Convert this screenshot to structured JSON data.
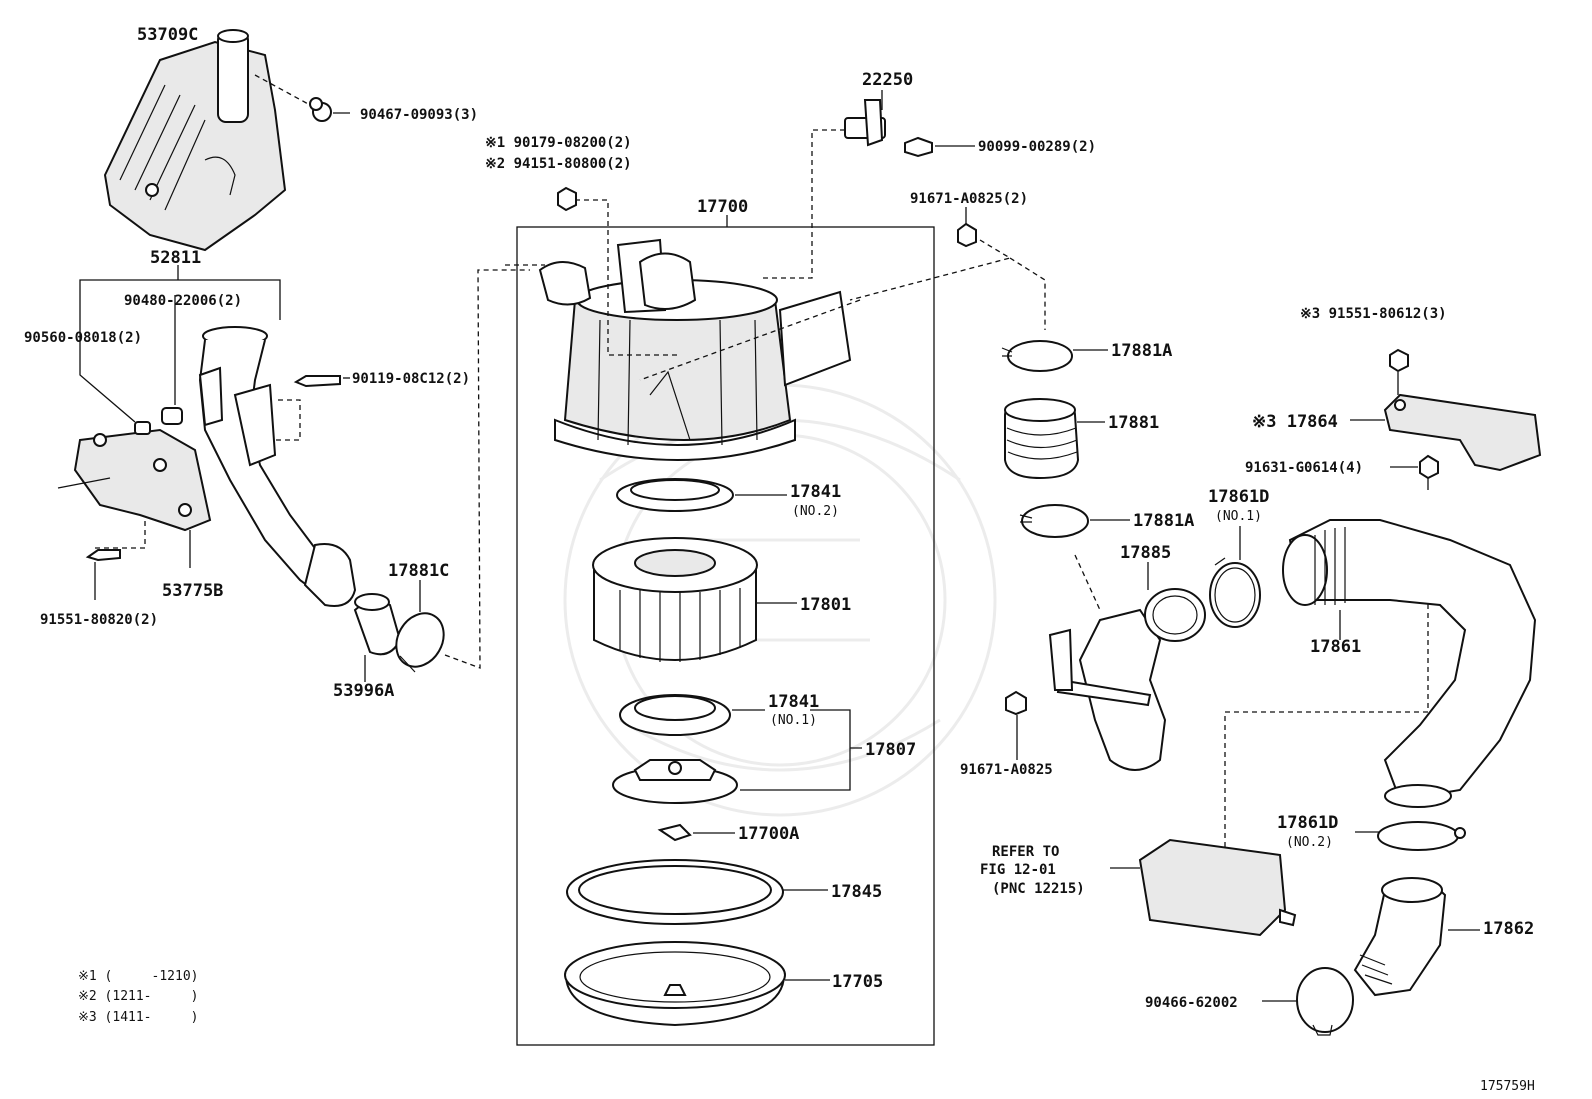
{
  "diagram_id": "175759H",
  "labels": {
    "p53709c": "53709C",
    "p90467": "90467-09093(3)",
    "p52811": "52811",
    "p90480": "90480-22006(2)",
    "p90560": "90560-08018(2)",
    "p90119": "90119-08C12(2)",
    "p53775b": "53775B",
    "p91551_80820": "91551-80820(2)",
    "p17881c": "17881C",
    "p53996a": "53996A",
    "p90179": "※1 90179-08200(2)",
    "p94151": "※2 94151-80800(2)",
    "p17700": "17700",
    "p22250": "22250",
    "p90099": "90099-00289(2)",
    "p91671_2": "91671-A0825(2)",
    "p17841_top": "17841",
    "p17841_top_sub": "(NO.2)",
    "p17801": "17801",
    "p17841_bot": "17841",
    "p17841_bot_sub": "(NO.1)",
    "p17807": "17807",
    "p17700a": "17700A",
    "p17845": "17845",
    "p17705": "17705",
    "p17881a_1": "17881A",
    "p17881": "17881",
    "p17881a_2": "17881A",
    "p17885": "17885",
    "p17861d_1": "17861D",
    "p17861d_1_sub": "(NO.1)",
    "p91671": "91671-A0825",
    "p91551_80612": "※3 91551-80612(3)",
    "p17864": "※3 17864",
    "p91631": "91631-G0614(4)",
    "p17861": "17861",
    "p17861d_2": "17861D",
    "p17861d_2_sub": "(NO.2)",
    "p17862": "17862",
    "p90466": "90466-62002",
    "refer_1": "REFER TO",
    "refer_2": "FIG 12-01",
    "refer_3": "(PNC 12215)"
  },
  "notes": [
    "※1 (     -1210)",
    "※2 (1211-     )",
    "※3 (1411-     )"
  ]
}
